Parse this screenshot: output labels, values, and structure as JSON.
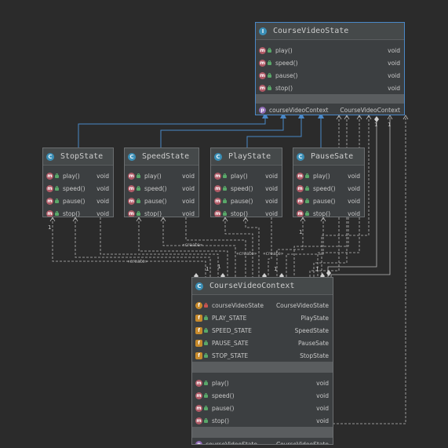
{
  "classes": {
    "course_video_state": {
      "name": "CourseVideoState",
      "methods": [
        {
          "name": "play()",
          "type": "void"
        },
        {
          "name": "speed()",
          "type": "void"
        },
        {
          "name": "pause()",
          "type": "void"
        },
        {
          "name": "stop()",
          "type": "void"
        }
      ],
      "properties": [
        {
          "name": "courseVideoContext",
          "type": "CourseVideoContext"
        }
      ]
    },
    "stop_state": {
      "name": "StopState",
      "methods": [
        {
          "name": "play()",
          "type": "void"
        },
        {
          "name": "speed()",
          "type": "void"
        },
        {
          "name": "pause()",
          "type": "void"
        },
        {
          "name": "stop()",
          "type": "void"
        }
      ]
    },
    "speed_state": {
      "name": "SpeedState",
      "methods": [
        {
          "name": "play()",
          "type": "void"
        },
        {
          "name": "speed()",
          "type": "void"
        },
        {
          "name": "pause()",
          "type": "void"
        },
        {
          "name": "stop()",
          "type": "void"
        }
      ]
    },
    "play_state": {
      "name": "PlayState",
      "methods": [
        {
          "name": "play()",
          "type": "void"
        },
        {
          "name": "speed()",
          "type": "void"
        },
        {
          "name": "pause()",
          "type": "void"
        },
        {
          "name": "stop()",
          "type": "void"
        }
      ]
    },
    "pause_sate": {
      "name": "PauseSate",
      "methods": [
        {
          "name": "play()",
          "type": "void"
        },
        {
          "name": "speed()",
          "type": "void"
        },
        {
          "name": "pause()",
          "type": "void"
        },
        {
          "name": "stop()",
          "type": "void"
        }
      ]
    },
    "course_video_context": {
      "name": "CourseVideoContext",
      "fields": [
        {
          "name": "courseVideoState",
          "type": "CourseVideoState"
        },
        {
          "name": "PLAY_STATE",
          "type": "PlayState"
        },
        {
          "name": "SPEED_STATE",
          "type": "SpeedState"
        },
        {
          "name": "PAUSE_SATE",
          "type": "PauseSate"
        },
        {
          "name": "STOP_STATE",
          "type": "StopState"
        }
      ],
      "methods": [
        {
          "name": "play()",
          "type": "void"
        },
        {
          "name": "speed()",
          "type": "void"
        },
        {
          "name": "pause()",
          "type": "void"
        },
        {
          "name": "stop()",
          "type": "void"
        }
      ],
      "properties": [
        {
          "name": "courseVideoState",
          "type": "CourseVideoState"
        }
      ]
    }
  },
  "edge_labels": {
    "create_1": "«create»",
    "create_2": "«create»",
    "create_3": "«create»",
    "create_4": "«create»"
  },
  "multiplicities": {
    "m1": "1",
    "m2": "1",
    "m3": "1",
    "m4": "1",
    "m5": "1",
    "m6": "1",
    "m7": "1",
    "m8": "1"
  },
  "colors": {
    "background": "#2b2b2b",
    "box": "#3c3f41",
    "realization_edge": "#4a88c7",
    "dependency_edge": "#b8b8b8"
  }
}
